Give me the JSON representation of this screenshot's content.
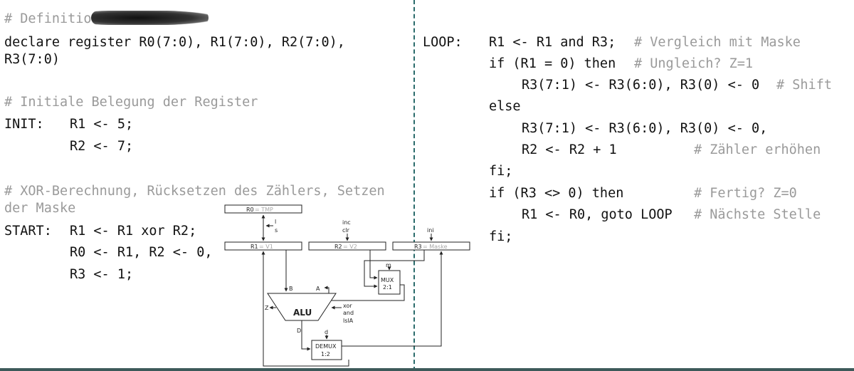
{
  "left": {
    "definition_heading": "# Definition",
    "declare_line1": "declare register R0(7:0), R1(7:0), R2(7:0),",
    "declare_line2": "R3(7:0)",
    "init_heading": "# Initiale Belegung der Register",
    "init_label": "INIT:",
    "init_line1": "R1 <- 5;",
    "init_line2": "R2 <- 7;",
    "xor_heading_line1": "# XOR-Berechnung, Rücksetzen des Zählers, Setzen",
    "xor_heading_line2": "der Maske",
    "start_label": "START:",
    "start_line1": "R1 <- R1 xor R2;",
    "start_line2": "R0 <- R1, R2 <- 0,",
    "start_line3": "R3 <- 1;"
  },
  "right": {
    "loop_label": "LOOP:",
    "l1_code": "R1 <- R1 and R3;",
    "l1_comment": "# Vergleich mit Maske",
    "l2_code": "if (R1 = 0) then",
    "l2_comment": "# Ungleich? Z=1",
    "l3_code": "R3(7:1) <- R3(6:0), R3(0) <- 0",
    "l3_comment": "# Shift",
    "l4_code": "else",
    "l5_code": "R3(7:1) <- R3(6:0), R3(0) <- 0,",
    "l6_code": "R2 <- R2 + 1",
    "l6_comment": "# Zähler erhöhen",
    "l7_code": "fi;",
    "l8_code": "if (R3 <> 0) then",
    "l8_comment": "# Fertig? Z=0",
    "l9_code": "R1 <- R0, goto LOOP",
    "l9_comment": "# Nächste Stelle",
    "l10_code": "fi;"
  },
  "diagram": {
    "r0_name": "R0",
    "r0_alias": " = TMP",
    "r1_name": "R1",
    "r1_alias": " = V1",
    "r2_name": "R2",
    "r2_alias": " = V2",
    "r3_name": "R3",
    "r3_alias": " = Maske",
    "sig_l": "l",
    "sig_s": "s",
    "sig_inc": "inc",
    "sig_clr": "clr",
    "sig_ini": "ini",
    "sig_m": "m",
    "mux_line1": "MUX",
    "mux_line2": "2:1",
    "sig_b": "B",
    "sig_a": "A",
    "alu_label": "ALU",
    "sig_z": "Z",
    "sig_xor": "xor",
    "sig_and": "and",
    "sig_isla": "lslA",
    "sig_d_out": "D",
    "sig_d": "d",
    "demux_line1": "DEMUX",
    "demux_line2": "1:2"
  }
}
